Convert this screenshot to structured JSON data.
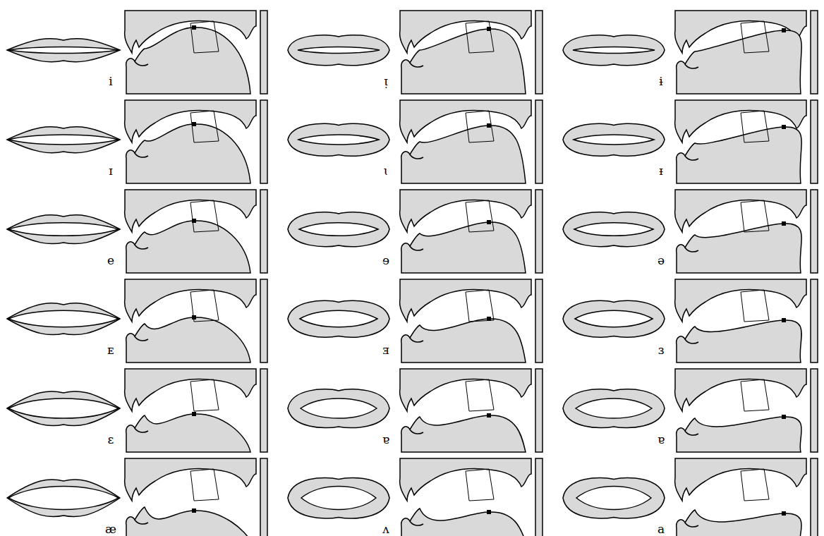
{
  "diagram": {
    "labels": [
      "i",
      "ᴉ",
      "ɨ",
      "ɪ",
      "ɩ",
      "ᵻ",
      "e",
      "ɘ",
      "ə",
      "ᴇ",
      "ⱻ",
      "ɜ",
      "ɛ",
      "ɐ",
      "ɐ",
      "æ",
      "ʌ",
      "a"
    ]
  }
}
